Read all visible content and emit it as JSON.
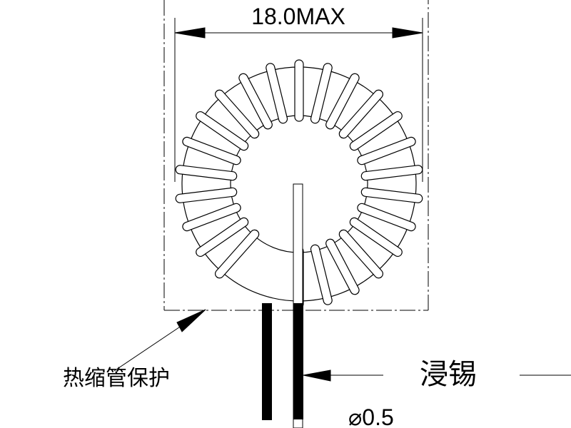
{
  "dimension": {
    "width_label": "18.0MAX"
  },
  "annotations": {
    "heat_shrink": "热缩管保护",
    "tin_dip": "浸锡",
    "wire_diameter": "⌀0.5"
  },
  "colors": {
    "line": "#000000",
    "background": "#ffffff"
  }
}
